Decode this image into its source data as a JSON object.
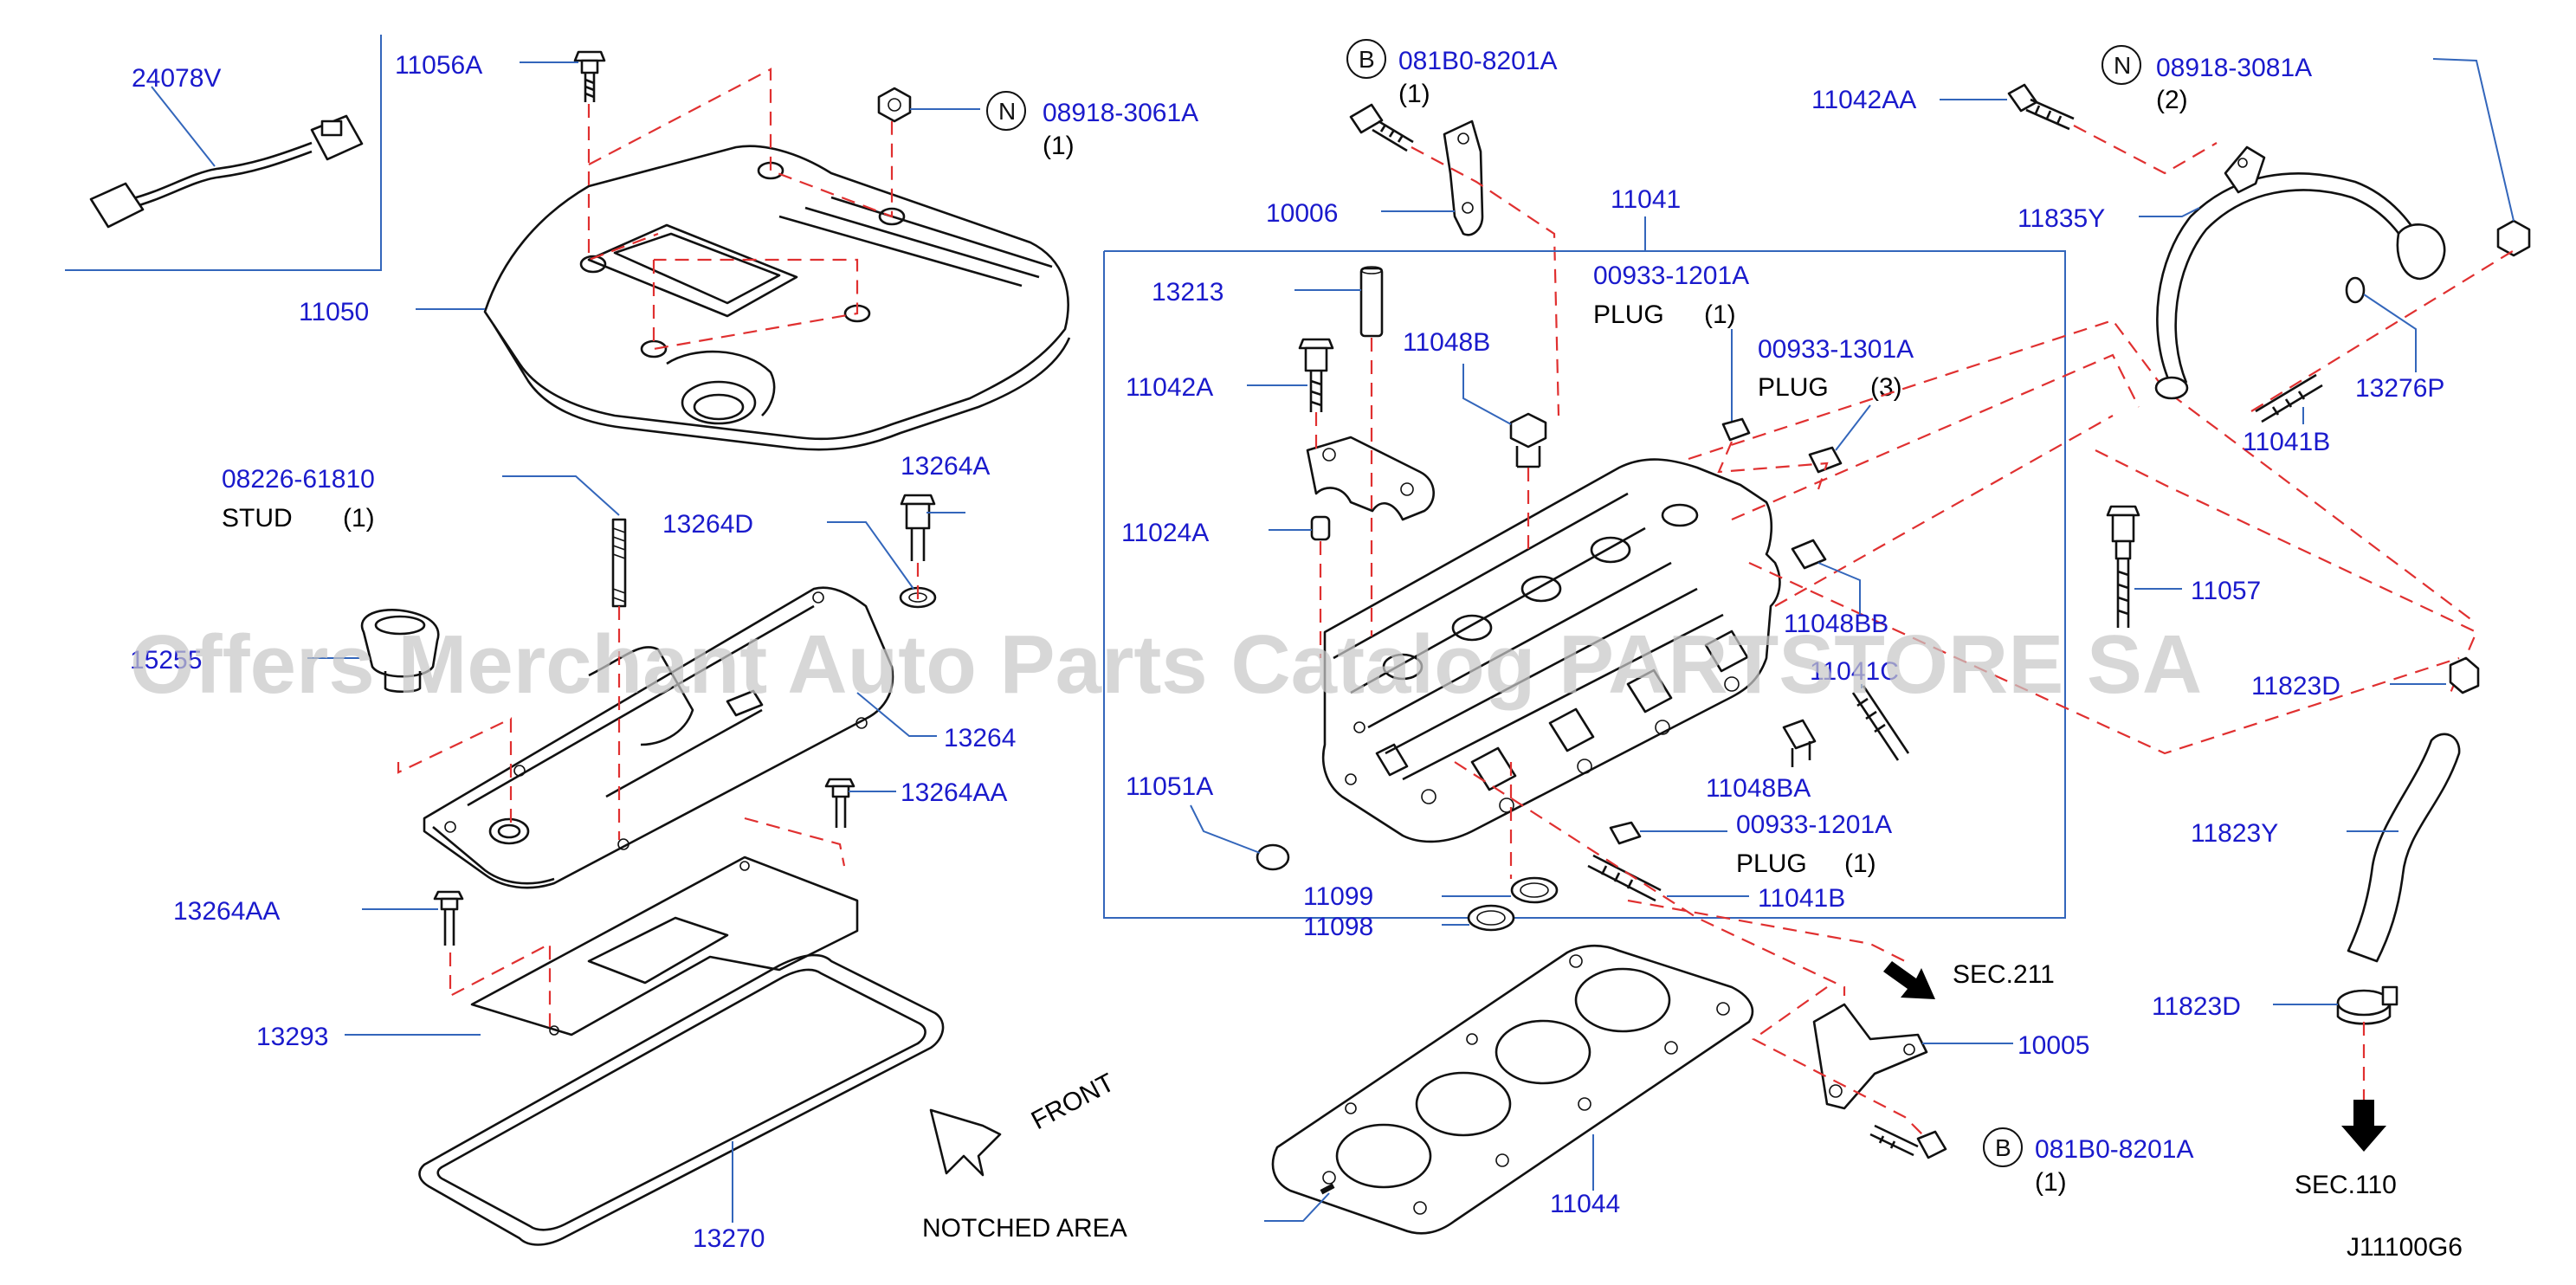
{
  "colors": {
    "part_number": "#1a1acc",
    "leader": "#3366bb",
    "dashed": "#e03030",
    "outline": "#111111",
    "watermark": "#c8c8c8"
  },
  "watermark": "Offers Merchant Auto Parts Catalog PARTSTORE SA",
  "parts": {
    "p24078V": "24078V",
    "p11056A": "11056A",
    "p08918_3061A": "08918-3061A",
    "q08918_3061A": "(1)",
    "p11050": "11050",
    "p08226_61810": "08226-61810",
    "stud_label": "STUD",
    "q08226": "(1)",
    "p13264A": "13264A",
    "p13264D": "13264D",
    "p15255": "15255",
    "p13264": "13264",
    "p13264AA_a": "13264AA",
    "p13264AA_b": "13264AA",
    "p13293": "13293",
    "p13270": "13270",
    "front_label": "FRONT",
    "notched_label": "NOTCHED   AREA",
    "p081B0_top": "081B0-8201A",
    "q081B0_top": "(1)",
    "p10006": "10006",
    "p11041": "11041",
    "p00933_1201A_top": "00933-1201A",
    "plug_top": "PLUG",
    "q00933_1201A_top": "(1)",
    "p00933_1301A": "00933-1301A",
    "plug_mid": "PLUG",
    "q00933_1301A": "(3)",
    "p13213": "13213",
    "p11048B": "11048B",
    "p11042A": "11042A",
    "p11024A": "11024A",
    "p11048BB": "11048BB",
    "p11041C": "11041C",
    "p11048BA": "11048BA",
    "p11051A": "11051A",
    "p00933_1201A_bot": "00933-1201A",
    "plug_bot": "PLUG",
    "q00933_1201A_bot": "(1)",
    "p11099": "11099",
    "p11041B_bot": "11041B",
    "p11098": "11098",
    "sec211": "SEC.211",
    "p10005": "10005",
    "p081B0_bot": "081B0-8201A",
    "q081B0_bot": "(1)",
    "p11044": "11044",
    "p11042AA": "11042AA",
    "p08918_3081A": "08918-3081A",
    "q08918_3081A": "(2)",
    "p11835Y": "11835Y",
    "p13276P": "13276P",
    "p11041B_right": "11041B",
    "p11057": "11057",
    "p11823D_top": "11823D",
    "p11823Y": "11823Y",
    "p11823D_bot": "11823D",
    "sec110": "SEC.110",
    "diagram_code": "J11100G6"
  },
  "callouts": {
    "N": "N",
    "B": "B"
  }
}
